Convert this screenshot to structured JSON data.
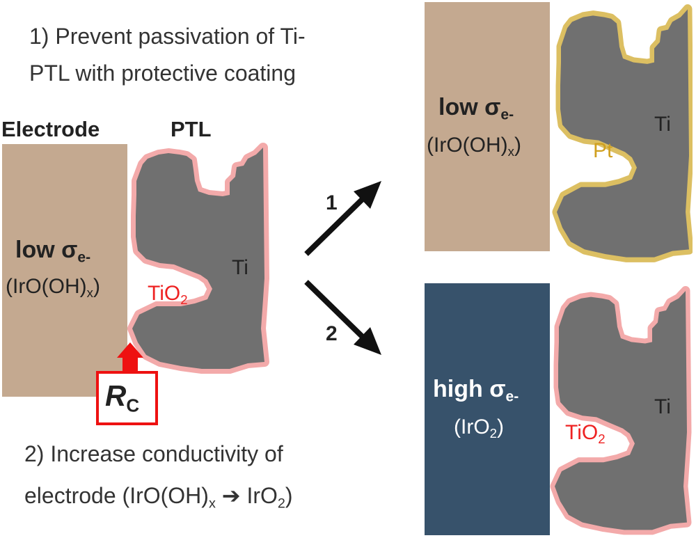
{
  "captions": {
    "step1_line1": "1) Prevent passivation of Ti-",
    "step1_line2": "PTL with protective coating",
    "step2_line1": "2) Increase conductivity of",
    "step2_line2_pre": "electrode (IrO(OH)",
    "step2_line2_sub": "x",
    "step2_line2_arrow": "➔",
    "step2_line2_mid": " IrO",
    "step2_line2_sub2": "2",
    "step2_line2_end": ")"
  },
  "left_panel": {
    "electrode_label": "Electrode",
    "ptl_label": "PTL",
    "conductivity_main": "low σ",
    "conductivity_sub": "e-",
    "material_pre": "(IrO(OH)",
    "material_sub": "x",
    "material_post": ")",
    "coating_main": "TiO",
    "coating_sub": "2",
    "ti_label": "Ti",
    "rc_main": "R",
    "rc_sub": "C"
  },
  "arrows": {
    "arrow1_label": "1",
    "arrow2_label": "2"
  },
  "top_right_panel": {
    "conductivity_main": "low σ",
    "conductivity_sub": "e-",
    "material_pre": "(IrO(OH)",
    "material_sub": "x",
    "material_post": ")",
    "coating_label": "Pt",
    "ti_label": "Ti"
  },
  "bottom_right_panel": {
    "conductivity_main": "high σ",
    "conductivity_sub": "e-",
    "material_pre": "(IrO",
    "material_sub": "2",
    "material_post": ")",
    "coating_main": "TiO",
    "coating_sub": "2",
    "ti_label": "Ti"
  },
  "colors": {
    "electrode_low": "#c4a990",
    "electrode_high": "#37526b",
    "ti": "#707070",
    "tio2": "#f3aaaa",
    "pt": "#dcbf62",
    "rc_red": "#ee1111"
  }
}
